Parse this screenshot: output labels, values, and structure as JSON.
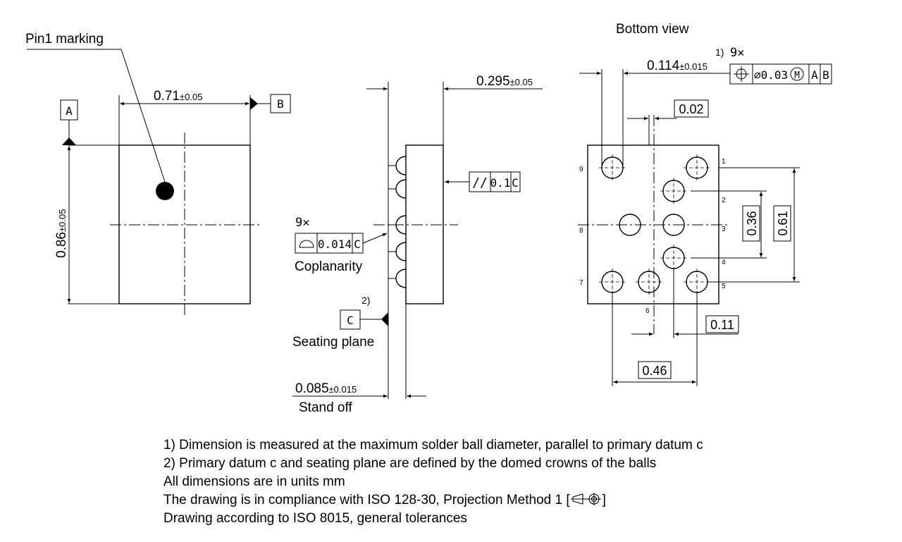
{
  "top_view": {
    "pin1_label": "Pin1 marking",
    "width_value": "0.71",
    "width_tol": "±0.05",
    "height_value": "0.86",
    "height_tol": "±0.05",
    "datum_a": "A",
    "datum_b": "B"
  },
  "side_view": {
    "thickness_value": "0.295",
    "thickness_tol": "±0.05",
    "parallelism_symbol": "//",
    "parallelism_value": "0.1",
    "parallelism_datum": "C",
    "coplanarity_count": "9✕",
    "coplanarity_value": "0.014",
    "coplanarity_datum": "C",
    "coplanarity_label": "Coplanarity",
    "datum_c": "C",
    "datum_c_note": "2)",
    "seating_label": "Seating plane",
    "standoff_value": "0.085",
    "standoff_tol": "±0.015",
    "standoff_label": "Stand off"
  },
  "bottom_view": {
    "title": "Bottom view",
    "ball_note": "1)",
    "ball_count": "9✕",
    "ball_value": "0.114",
    "ball_tol": "±0.015",
    "position_tol": "⌀0.03",
    "modifier": "M",
    "datum_a": "A",
    "datum_b": "B",
    "offset_value": "0.02",
    "pitch_y1": "0.36",
    "pitch_y2": "0.61",
    "pitch_x1": "0.11",
    "pitch_x2": "0.46",
    "pins": [
      "1",
      "2",
      "3",
      "4",
      "5",
      "6",
      "7",
      "8",
      "9"
    ]
  },
  "notes": [
    "1) Dimension is measured at the maximum solder ball diameter, parallel to primary datum c",
    "2) Primary datum c and seating plane are defined by the domed crowns of the balls",
    "All dimensions are in units mm",
    "The drawing is in compliance with ISO 128-30, Projection Method 1 [",
    "]",
    "Drawing according to ISO 8015, general tolerances"
  ]
}
